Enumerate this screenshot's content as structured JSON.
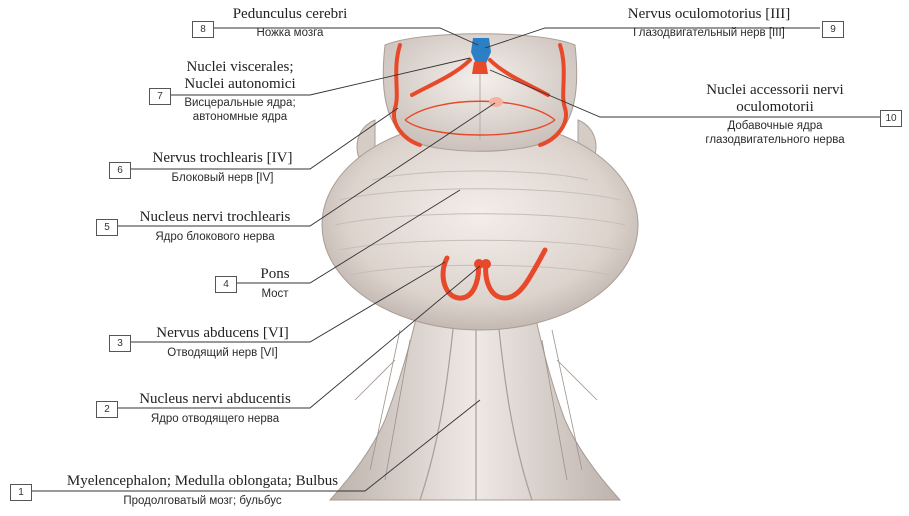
{
  "labels": [
    {
      "number": "1",
      "latin": "Myelencephalon; Medulla oblongata; Bulbus",
      "russian": "Продолговатый мозг; бульбус"
    },
    {
      "number": "2",
      "latin": "Nucleus nervi abducentis",
      "russian": "Ядро отводящего нерва"
    },
    {
      "number": "3",
      "latin": "Nervus abducens [VI]",
      "russian": "Отводящий нерв [VI]"
    },
    {
      "number": "4",
      "latin": "Pons",
      "russian": "Мост"
    },
    {
      "number": "5",
      "latin": "Nucleus nervi trochlearis",
      "russian": "Ядро блокового нерва"
    },
    {
      "number": "6",
      "latin": "Nervus trochlearis [IV]",
      "russian": "Блоковый нерв [IV]"
    },
    {
      "number": "7",
      "latin": "Nuclei viscerales;",
      "latin2": "Nuclei autonomici",
      "russian": "Висцеральные ядра;",
      "russian2": "автономные ядра"
    },
    {
      "number": "8",
      "latin": "Pedunculus cerebri",
      "russian": "Ножка мозга"
    },
    {
      "number": "9",
      "latin": "Nervus oculomotorius [III]",
      "russian": "Глазодвигательный нерв [III]"
    },
    {
      "number": "10",
      "latin": "Nuclei accessorii nervi",
      "latin2": "oculomotorii",
      "russian": "Добавочные ядра",
      "russian2": "глазодвигательного нерва"
    }
  ],
  "colors": {
    "tissue": "#e9e2dd",
    "tissue_shadow": "#b7aca6",
    "nerve": "#e8492a",
    "nucleus_blue": "#2b7fc4",
    "leader_line": "#333333"
  }
}
